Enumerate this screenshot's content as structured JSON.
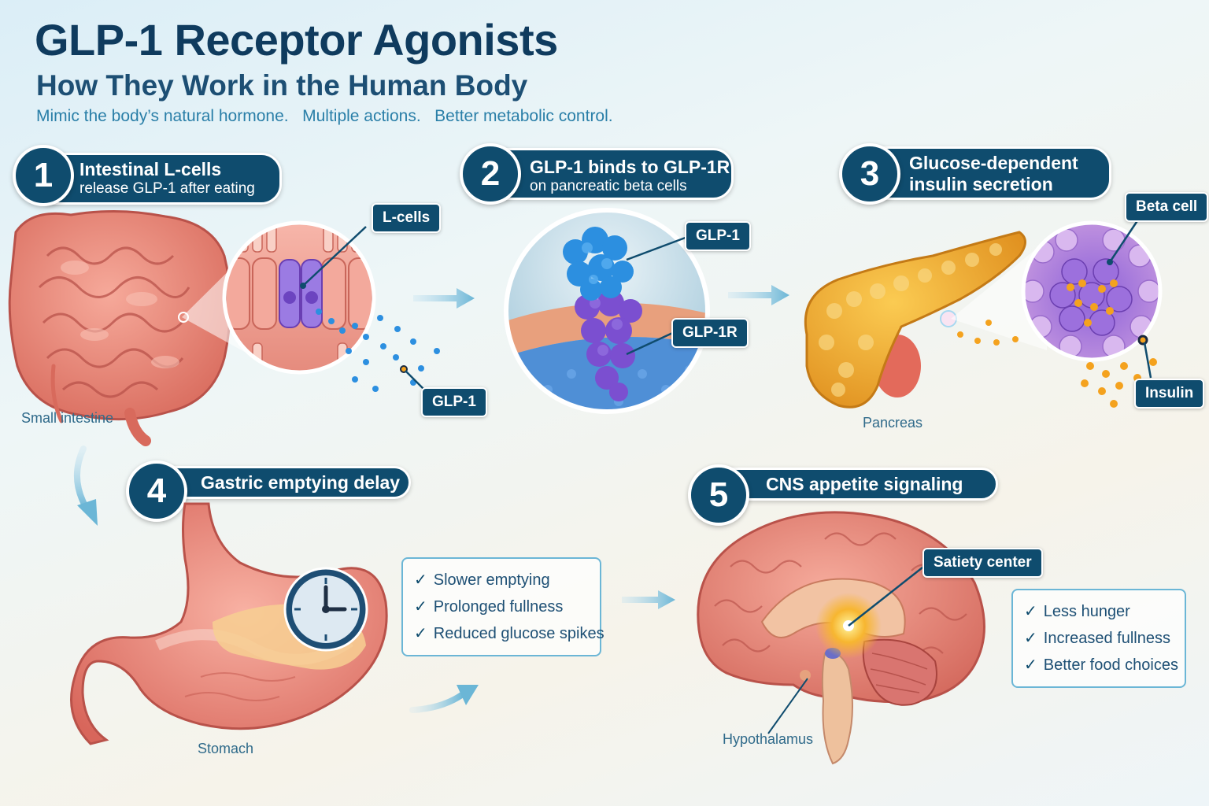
{
  "header": {
    "title": "GLP-1 Receptor Agonists",
    "subtitle": "How They Work in the Human Body",
    "tagline": "Mimic the body’s natural hormone.   Multiple actions.   Better metabolic control."
  },
  "steps": [
    {
      "number": "1",
      "line1": "Intestinal L-cells",
      "line2": "release GLP-1 after eating"
    },
    {
      "number": "2",
      "line1": "GLP-1 binds to GLP-1R",
      "line2": "on pancreatic beta cells"
    },
    {
      "number": "3",
      "line1": "Glucose-dependent",
      "line2": "insulin secretion"
    },
    {
      "number": "4",
      "line1": "Gastric emptying delay"
    },
    {
      "number": "5",
      "line1": "CNS appetite signaling"
    }
  ],
  "tags": {
    "l_cells": "L-cells",
    "glp1_released": "GLP-1",
    "glp1_bound": "GLP-1",
    "glp1r": "GLP-1R",
    "beta_cell": "Beta cell",
    "insulin": "Insulin",
    "satiety_center": "Satiety center"
  },
  "organs": {
    "small_intestine": "Small intestine",
    "pancreas": "Pancreas",
    "stomach": "Stomach",
    "hypothalamus": "Hypothalamus"
  },
  "gastric_effects": [
    "Slower emptying",
    "Prolonged fullness",
    "Reduced glucose spikes"
  ],
  "appetite_effects": [
    "Less hunger",
    "Increased fullness",
    "Better food choices"
  ],
  "check_symbol": "✓",
  "colors": {
    "navy": "#0f4c6e",
    "title": "#0f3b5e",
    "accent": "#2a7fa8",
    "glp1_blue": "#2c8fe0",
    "receptor_purple": "#7b4fd0",
    "insulin_orange": "#f4a21e"
  }
}
